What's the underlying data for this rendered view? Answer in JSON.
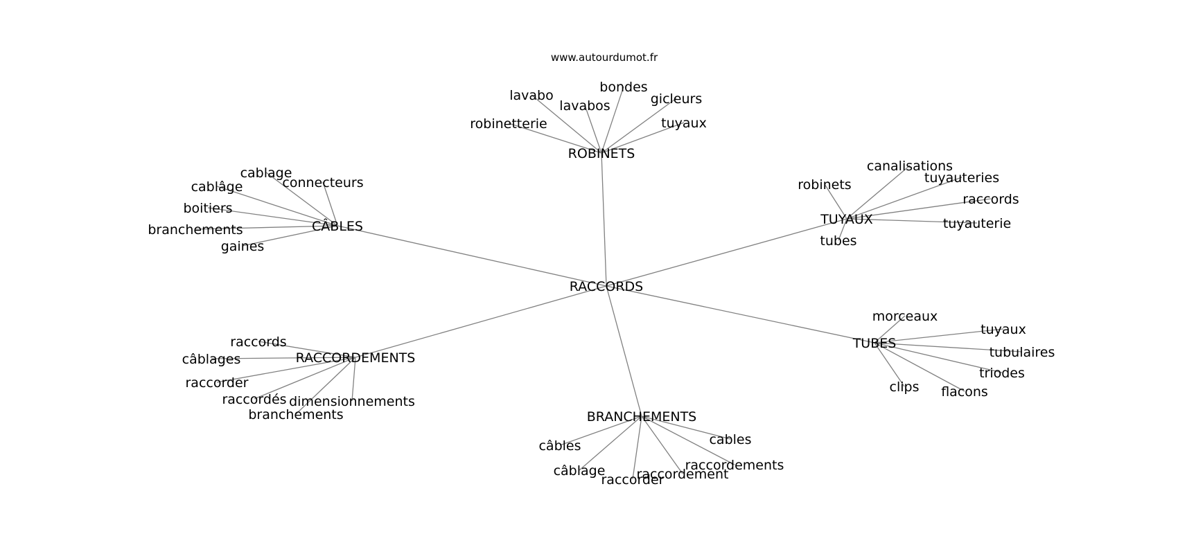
{
  "source_label": "www.autourdumot.fr",
  "center": {
    "label": "RACCORDS"
  },
  "branches": [
    {
      "label": "ROBINETS",
      "leaves": [
        "robinetterie",
        "lavabo",
        "lavabos",
        "bondes",
        "gicleurs",
        "tuyaux"
      ]
    },
    {
      "label": "CÂBLES",
      "leaves": [
        "cablage",
        "connecteurs",
        "cablâge",
        "boitiers",
        "branchements",
        "gaines"
      ]
    },
    {
      "label": "TUYAUX",
      "leaves": [
        "robinets",
        "canalisations",
        "tuyauteries",
        "raccords",
        "tuyauterie",
        "tubes"
      ]
    },
    {
      "label": "RACCORDEMENTS",
      "leaves": [
        "raccords",
        "câblages",
        "raccorder",
        "raccordés",
        "dimensionnements",
        "branchements"
      ]
    },
    {
      "label": "TUBES",
      "leaves": [
        "morceaux",
        "tuyaux",
        "tubulaires",
        "triodes",
        "flacons",
        "clips"
      ]
    },
    {
      "label": "BRANCHEMENTS",
      "leaves": [
        "câbles",
        "cables",
        "câblage",
        "raccordements",
        "raccordement",
        "raccorder"
      ]
    }
  ]
}
